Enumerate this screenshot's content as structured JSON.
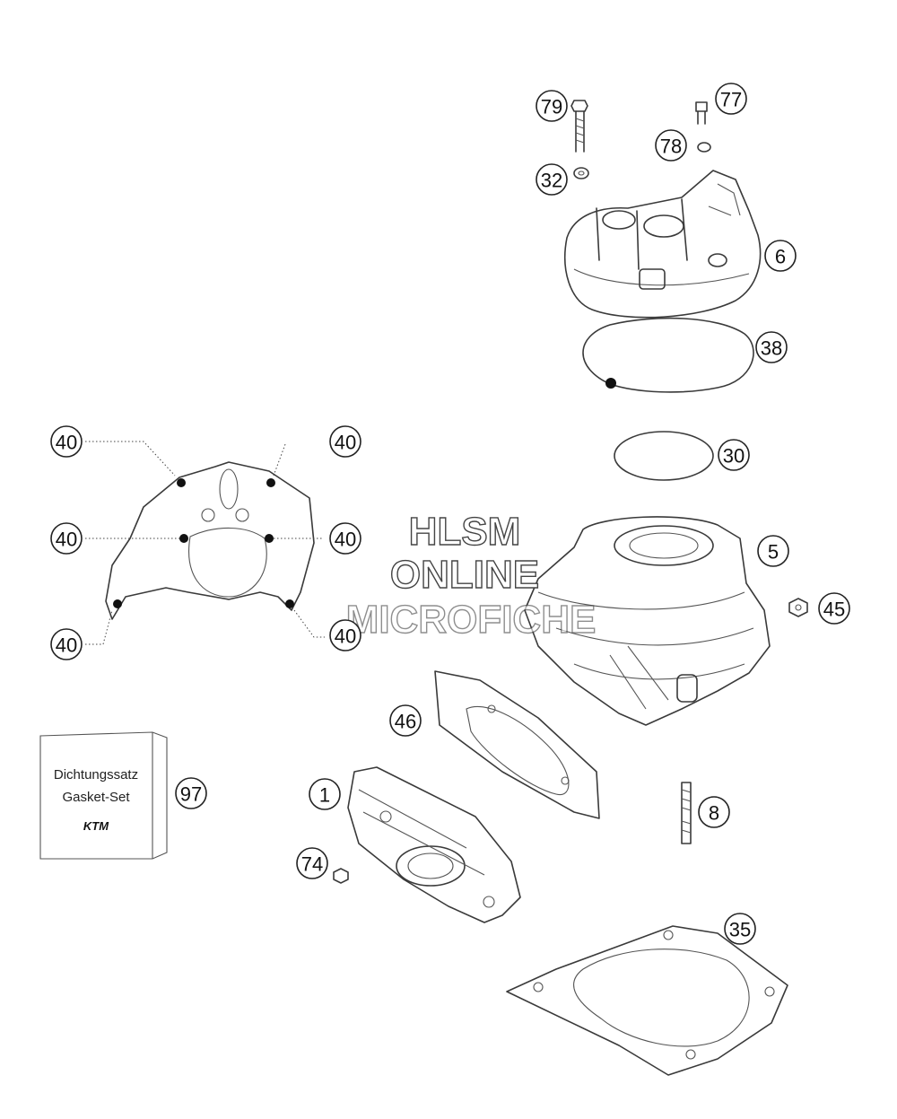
{
  "callouts": {
    "c79": "79",
    "c77": "77",
    "c78": "78",
    "c32": "32",
    "c6": "6",
    "c38": "38",
    "c30": "30",
    "c5": "5",
    "c45": "45",
    "c46": "46",
    "c1": "1",
    "c74": "74",
    "c8": "8",
    "c35": "35",
    "c97": "97",
    "c40a": "40",
    "c40b": "40",
    "c40c": "40",
    "c40d": "40",
    "c40e": "40",
    "c40f": "40"
  },
  "gasket_box": {
    "line1": "Dichtungssatz",
    "line2": "Gasket-Set",
    "logo": "KTM"
  },
  "watermark": {
    "line1": "HLSM",
    "line2": "ONLINE",
    "line3": "MICROFICHE"
  }
}
